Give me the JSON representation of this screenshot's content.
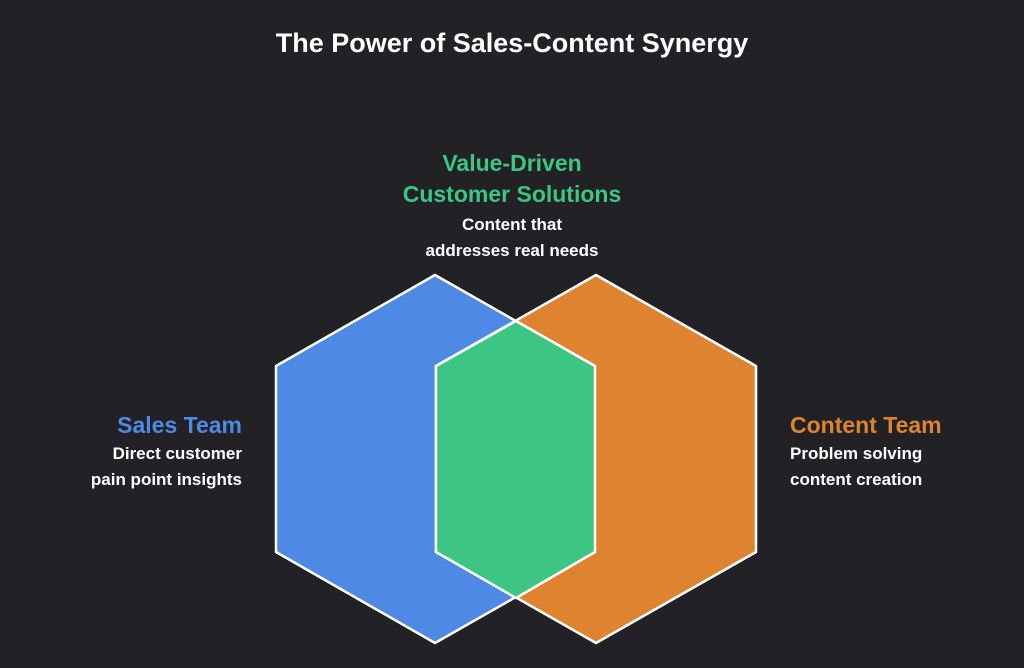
{
  "title": "The Power of Sales-Content Synergy",
  "colors": {
    "background": "#222125",
    "sales": "#4F89E6",
    "content": "#DE8430",
    "overlap": "#3DC584",
    "outline": "#FFFFFF"
  },
  "center": {
    "heading_line1": "Value-Driven",
    "heading_line2": "Customer Solutions",
    "desc_line1": "Content that",
    "desc_line2": "addresses real needs"
  },
  "left": {
    "heading": "Sales Team",
    "desc_line1": "Direct customer",
    "desc_line2": "pain point insights"
  },
  "right": {
    "heading": "Content Team",
    "desc_line1": "Problem solving",
    "desc_line2": "content creation"
  }
}
